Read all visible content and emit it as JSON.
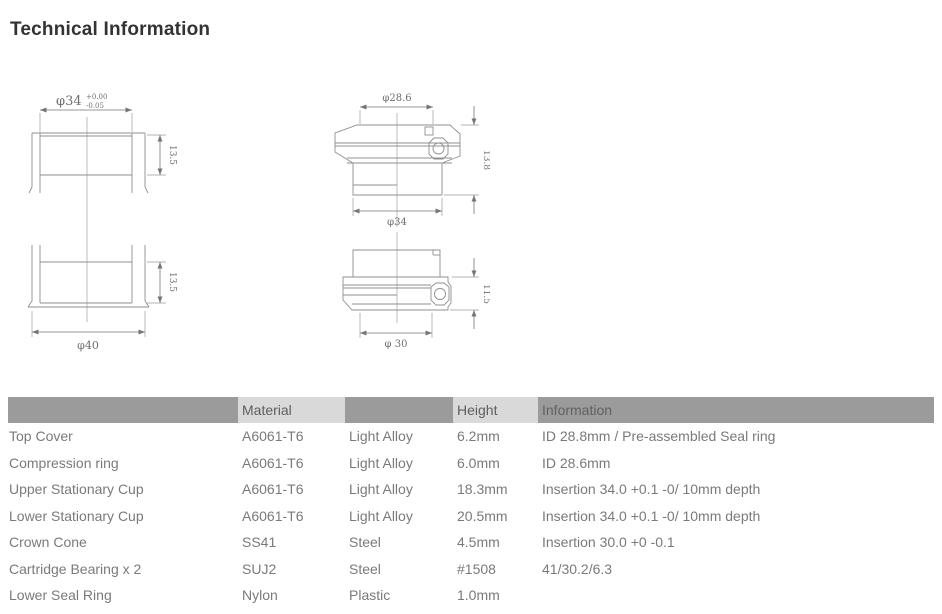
{
  "title": "Technical Information",
  "drawings": {
    "left_top": {
      "diameter_label": "φ34",
      "tolerance_upper": "+0.00",
      "tolerance_lower": "-0.05",
      "height_label": "13.5"
    },
    "left_bottom": {
      "height_label": "13.5",
      "diameter_label": "φ40"
    },
    "right_top": {
      "diameter_top_label": "φ28.6",
      "height_label": "13.8",
      "diameter_bottom_label": "φ34"
    },
    "right_bottom": {
      "height_label": "11.5",
      "diameter_label": "φ 30"
    }
  },
  "table": {
    "headers": {
      "c0": "",
      "c1": "Material",
      "c2": "",
      "c3": "Height",
      "c4": "Information"
    },
    "rows": [
      {
        "name": "Top Cover",
        "material": "A6061-T6",
        "type": "Light Alloy",
        "height": "6.2mm",
        "info": "ID 28.8mm / Pre-assembled Seal ring"
      },
      {
        "name": "Compression ring",
        "material": "A6061-T6",
        "type": "Light Alloy",
        "height": "6.0mm",
        "info": "ID 28.6mm"
      },
      {
        "name": "Upper Stationary Cup",
        "material": "A6061-T6",
        "type": "Light Alloy",
        "height": "18.3mm",
        "info": "Insertion 34.0 +0.1 -0/ 10mm depth"
      },
      {
        "name": "Lower Stationary Cup",
        "material": "A6061-T6",
        "type": "Light Alloy",
        "height": "20.5mm",
        "info": "Insertion 34.0 +0.1 -0/ 10mm depth"
      },
      {
        "name": "Crown Cone",
        "material": "SS41",
        "type": "Steel",
        "height": "4.5mm",
        "info": "Insertion 30.0 +0 -0.1"
      },
      {
        "name": "Cartridge Bearing x 2",
        "material": "SUJ2",
        "type": "Steel",
        "height": "#1508",
        "info": "41/30.2/6.3"
      },
      {
        "name": "Lower Seal Ring",
        "material": "Nylon",
        "type": "Plastic",
        "height": "1.0mm",
        "info": ""
      }
    ]
  },
  "colors": {
    "header_dark": "#9b9b9b",
    "header_light": "#d9d9d9",
    "header_text": "#5e5e5e",
    "body_text": "#7a7a7a",
    "title_text": "#333333",
    "drawing_line": "#8f8f8f",
    "dimension_line": "#757575"
  }
}
